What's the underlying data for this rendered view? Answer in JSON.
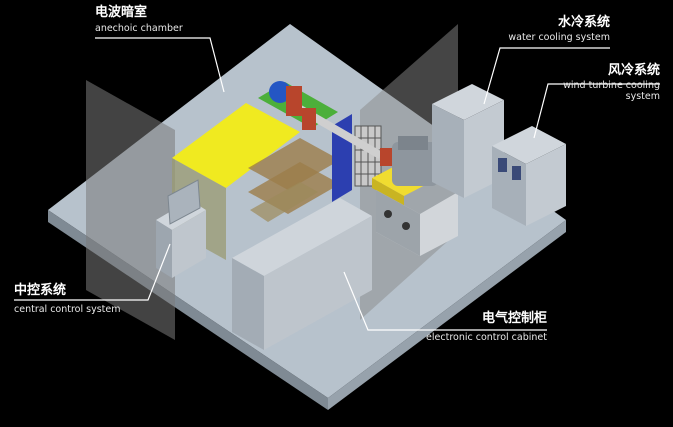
{
  "labels": {
    "anechoic_chamber": {
      "zh": "电波暗室",
      "en": "anechoic chamber"
    },
    "water_cooling": {
      "zh": "水冷系统",
      "en": "water cooling system"
    },
    "wind_cooling": {
      "zh": "风冷系统",
      "en_line1": "wind turbine cooling",
      "en_line2": "system"
    },
    "central_control": {
      "zh": "中控系统",
      "en": "central control system"
    },
    "electronic_cabinet": {
      "zh": "电气控制柜",
      "en": "electronic control cabinet"
    }
  }
}
